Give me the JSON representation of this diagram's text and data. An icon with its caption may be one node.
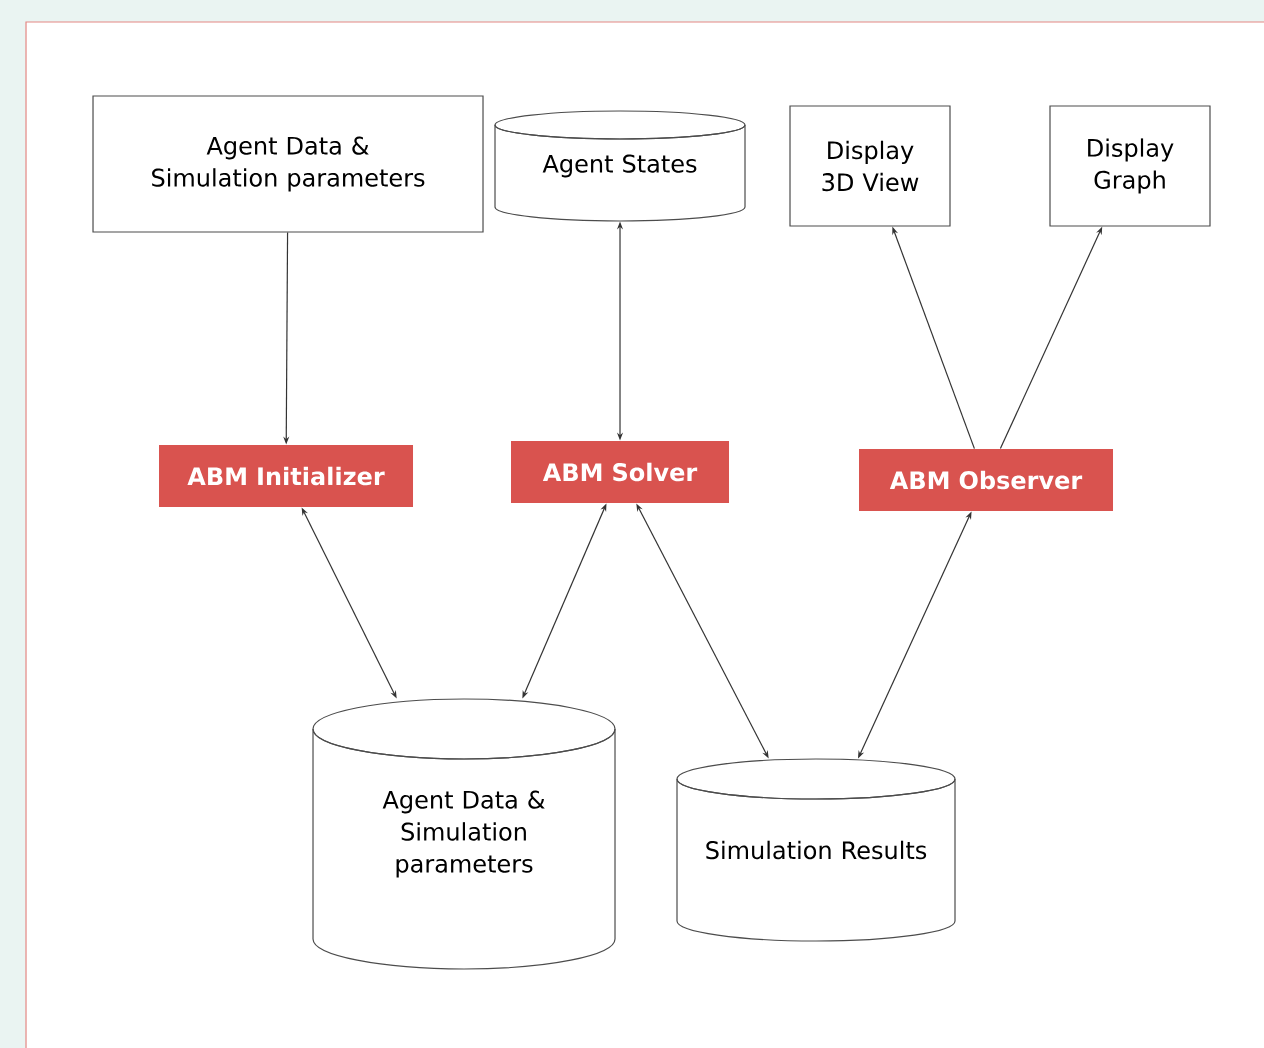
{
  "diagram": {
    "nodes": [
      {
        "text": [
          "Agent Data & Simulation parameters"
        ]
      },
      {
        "text": [
          "Agent States"
        ]
      },
      {
        "text": [
          "Display 3D View"
        ]
      },
      {
        "text": [
          "Display Graph"
        ]
      },
      {
        "text": [
          "ABM Initializer"
        ]
      },
      {
        "text": [
          "ABM Solver"
        ]
      },
      {
        "text": [
          "ABM Observer"
        ]
      },
      {
        "text": [
          "Agent Data & Simulation parameters"
        ]
      },
      {
        "text": [
          "Simulation Results"
        ]
      }
    ],
    "edges": [
      {
        "from": 0,
        "to": 4,
        "arrow": "to"
      },
      {
        "from": 5,
        "to": 1,
        "arrow": "both"
      },
      {
        "from": 6,
        "to": 2,
        "arrow": "to"
      },
      {
        "from": 6,
        "to": 3,
        "arrow": "to"
      },
      {
        "from": 4,
        "to": 7,
        "arrow": "both"
      },
      {
        "from": 5,
        "to": 7,
        "arrow": "both"
      },
      {
        "from": 5,
        "to": 8,
        "arrow": "both"
      },
      {
        "from": 8,
        "to": 6,
        "arrow": "both"
      }
    ]
  }
}
